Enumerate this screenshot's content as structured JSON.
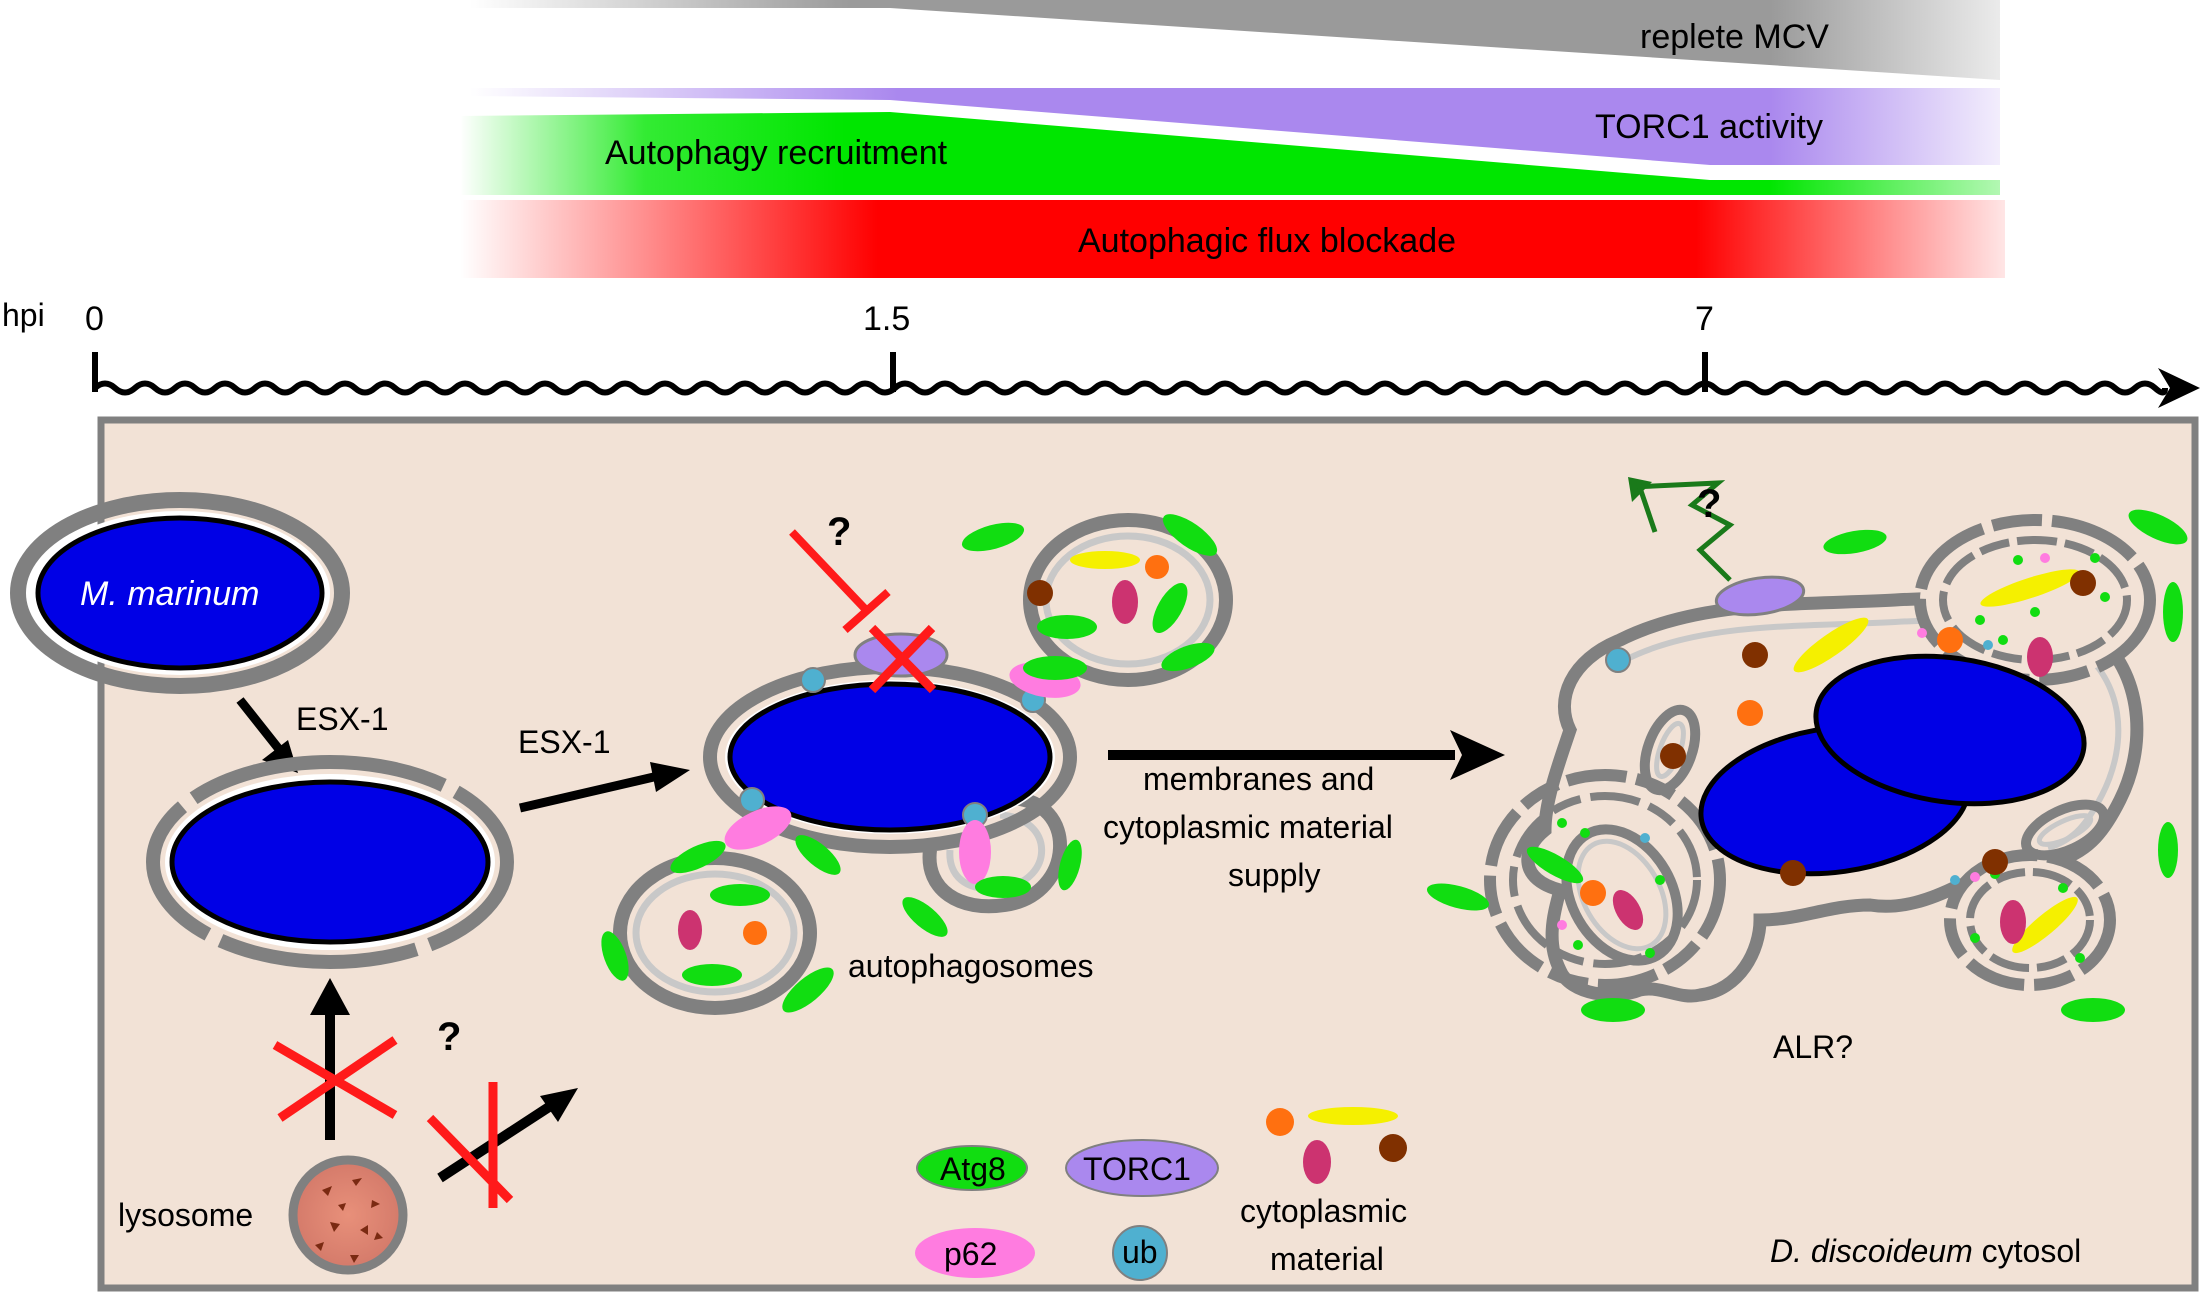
{
  "timeline": {
    "axis_label": "hpi",
    "ticks": [
      "0",
      "1.5",
      "7"
    ]
  },
  "bands": {
    "mcv": "replete MCV",
    "torc1": "TORC1 activity",
    "autophagy": "Autophagy recruitment",
    "flux": "Autophagic flux blockade"
  },
  "colors": {
    "cytosol": "#f2e2d6",
    "gray_band": "#9a9a9a",
    "torc1": "#aa88ee",
    "autophagy": "#00e600",
    "flux": "#ff0000",
    "bacterium": "#0000e6",
    "membrane": "#808080",
    "inhibitor": "#ff1a1a",
    "signal": "#1a7a1a"
  },
  "cell": {
    "bacterium": "M. marinum",
    "esx1_a": "ESX-1",
    "esx1_b": "ESX-1",
    "q_lysosome": "?",
    "lysosome": "lysosome",
    "q_torc1": "?",
    "autophagosomes": "autophagosomes",
    "supply_line1": "membranes and",
    "supply_line2": "cytoplasmic material",
    "supply_line3": "supply",
    "q_signal": "?",
    "alr": "ALR?",
    "cytosol_label_italic": "D. discoideum",
    "cytosol_label_rest": " cytosol"
  },
  "legend": {
    "atg8": "Atg8",
    "torc1": "TORC1",
    "p62": "p62",
    "ub": "ub",
    "cyto_line1": "cytoplasmic",
    "cyto_line2": "material"
  }
}
